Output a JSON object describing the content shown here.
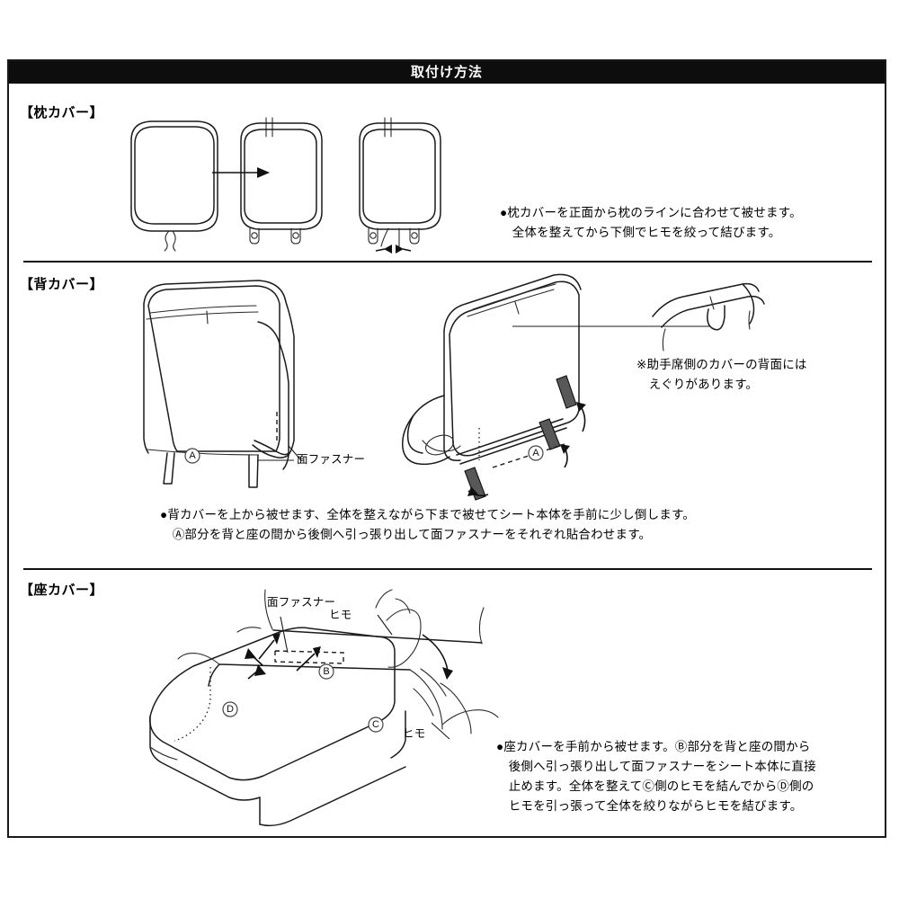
{
  "document": {
    "title_bar": "取付け方法"
  },
  "sections": [
    {
      "id": "pillow",
      "heading": "【枕カバー】",
      "instruction": "●枕カバーを正面から枕のラインに合わせて被せます。\n　全体を整えてから下側でヒモを絞って結びます。",
      "diagram_labels": []
    },
    {
      "id": "back",
      "heading": "【背カバー】",
      "instruction": "●背カバーを上から被せます、全体を整えながら下まで被せてシート本体を手前に少し倒します。\n　Ⓐ部分を背と座の間から後側へ引っ張り出して面ファスナーをそれぞれ貼合わせます。",
      "note": "※助手席側のカバーの背面には\n　えぐりがあります。",
      "diagram_labels": [
        {
          "text": "面ファスナー",
          "marker": ""
        },
        {
          "text": "",
          "marker": "A"
        },
        {
          "text": "",
          "marker": "A"
        }
      ]
    },
    {
      "id": "seat",
      "heading": "【座カバー】",
      "instruction": "●座カバーを手前から被せます。Ⓑ部分を背と座の間から\n　後側へ引っ張り出して面ファスナーをシート本体に直接\n　止めます。全体を整えてⒸ側のヒモを結んでからⒹ側の\n　ヒモを引っ張って全体を絞りながらヒモを結びます。",
      "diagram_labels": [
        {
          "text": "面ファスナー",
          "marker": ""
        },
        {
          "text": "ヒモ",
          "marker": ""
        },
        {
          "text": "ヒモ",
          "marker": ""
        },
        {
          "text": "",
          "marker": "B"
        },
        {
          "text": "",
          "marker": "C"
        },
        {
          "text": "",
          "marker": "D"
        }
      ]
    }
  ],
  "labels": {
    "hook_loop_fastener": "面ファスナー",
    "strap": "ヒモ",
    "marker_a": "A",
    "marker_b": "B",
    "marker_c": "C",
    "marker_d": "D"
  },
  "colors": {
    "title_bar_bg": "#0d0d0d",
    "title_bar_text": "#ffffff",
    "frame_border": "#1a1a1a",
    "line_art": "#1b1b1b",
    "strap_fill": "#585858",
    "page_bg": "#ffffff"
  }
}
